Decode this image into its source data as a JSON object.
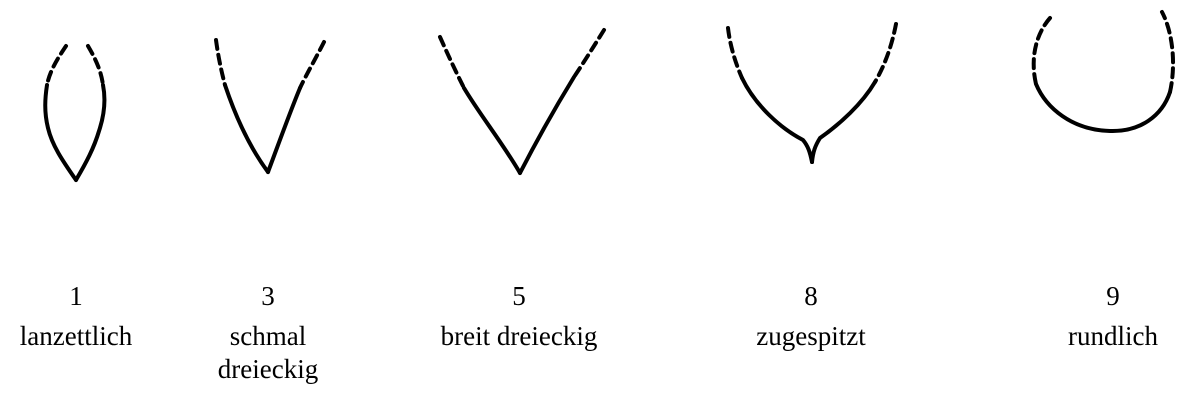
{
  "items": [
    {
      "code": "1",
      "label": "lanzettlich",
      "shape": "lanceolate"
    },
    {
      "code": "3",
      "label": "schmal dreieckig",
      "shape": "narrow-triangular"
    },
    {
      "code": "5",
      "label": "breit dreieckig",
      "shape": "broad-triangular"
    },
    {
      "code": "8",
      "label": "zugespitzt",
      "shape": "acuminate"
    },
    {
      "code": "9",
      "label": "rundlich",
      "shape": "rounded"
    }
  ]
}
